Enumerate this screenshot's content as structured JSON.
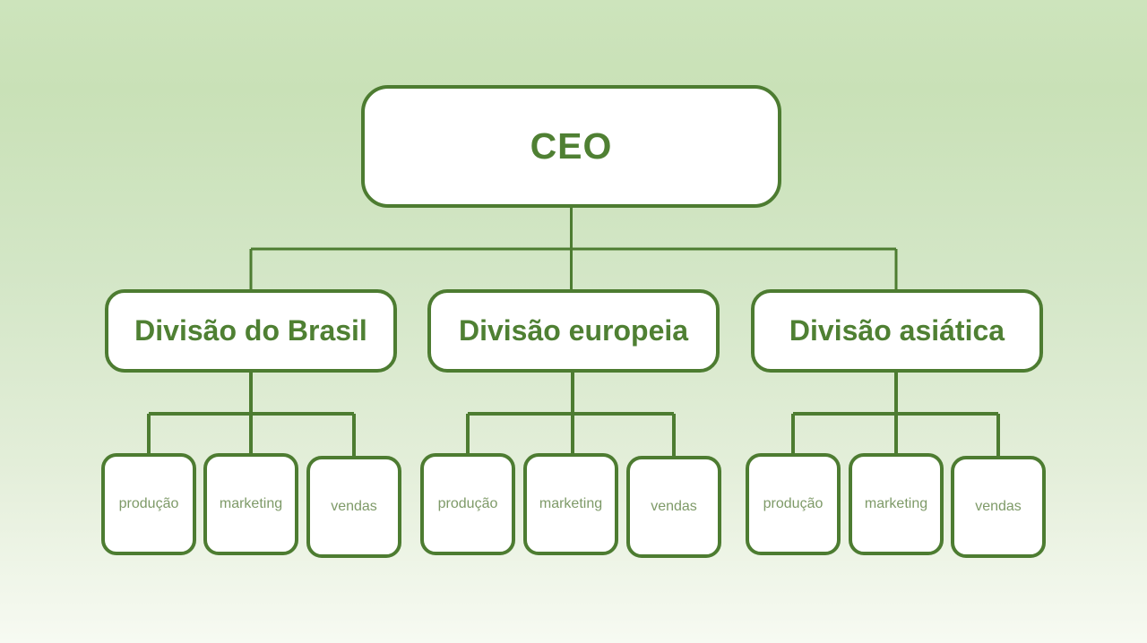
{
  "org": {
    "ceo": {
      "label": "CEO"
    },
    "divisions": [
      {
        "label": "Divisão do Brasil",
        "children": [
          "produção",
          "marketing",
          "vendas"
        ]
      },
      {
        "label": "Divisão europeia",
        "children": [
          "produção",
          "marketing",
          "vendas"
        ]
      },
      {
        "label": "Divisão asiática",
        "children": [
          "produção",
          "marketing",
          "vendas"
        ]
      }
    ]
  },
  "colors": {
    "line": "#4d7c31",
    "node_fill": "#ffffff",
    "heading_text": "#4f8033",
    "leaf_text": "#7e9a68",
    "bg_top": "#cde4bc",
    "bg_mid": "#d3e6c6",
    "bg_bottom": "#f7faf2"
  }
}
